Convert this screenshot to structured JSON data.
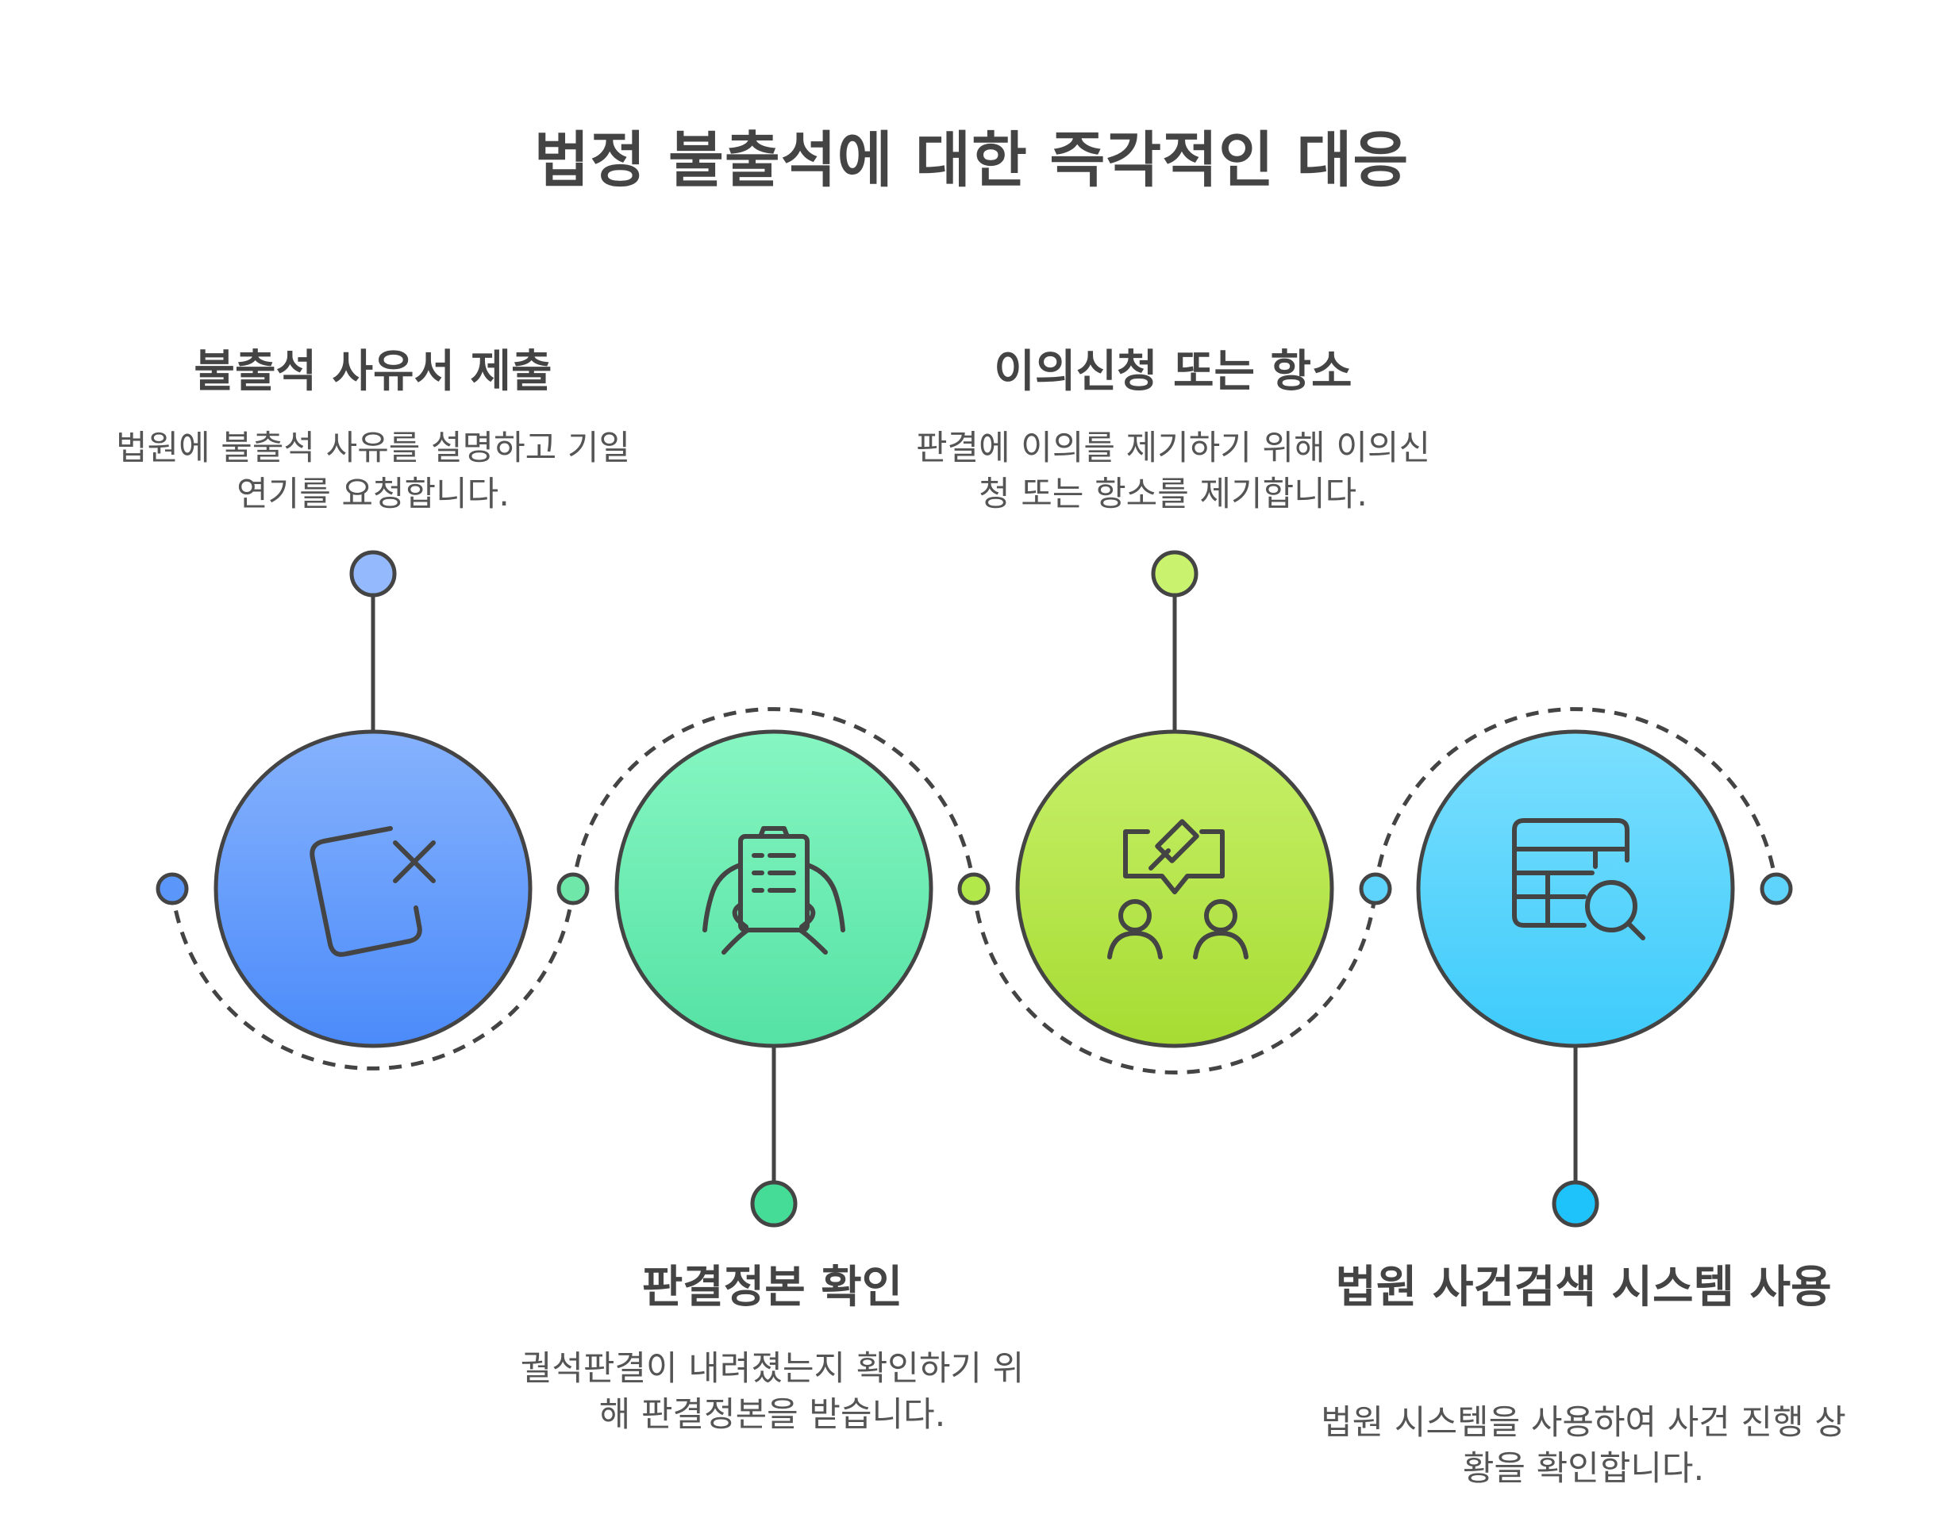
{
  "title": "법정 불출석에 대한 즉각적인 대응",
  "steps": [
    {
      "title": "불출석 사유서 제출",
      "description": "법원에 불출석 사유를 설명하고 기일 연기를 요청합니다.",
      "icon": "document-x-icon",
      "color": "#5b97fb"
    },
    {
      "title": "판결정본 확인",
      "description": "궐석판결이 내려졌는지 확인하기 위해 판결정본을 받습니다.",
      "icon": "clipboard-hands-icon",
      "color": "#5fe8a8"
    },
    {
      "title": "이의신청 또는 항소",
      "description": "판결에 이의를 제기하기 위해 이의신청 또는 항소를 제기합니다.",
      "icon": "gavel-people-icon",
      "color": "#b3e84a"
    },
    {
      "title": "법원 사건검색 시스템 사용",
      "description": "법원 시스템을 사용하여 사건 진행 상황을 확인합니다.",
      "icon": "table-search-icon",
      "color": "#45cdfb"
    }
  ]
}
